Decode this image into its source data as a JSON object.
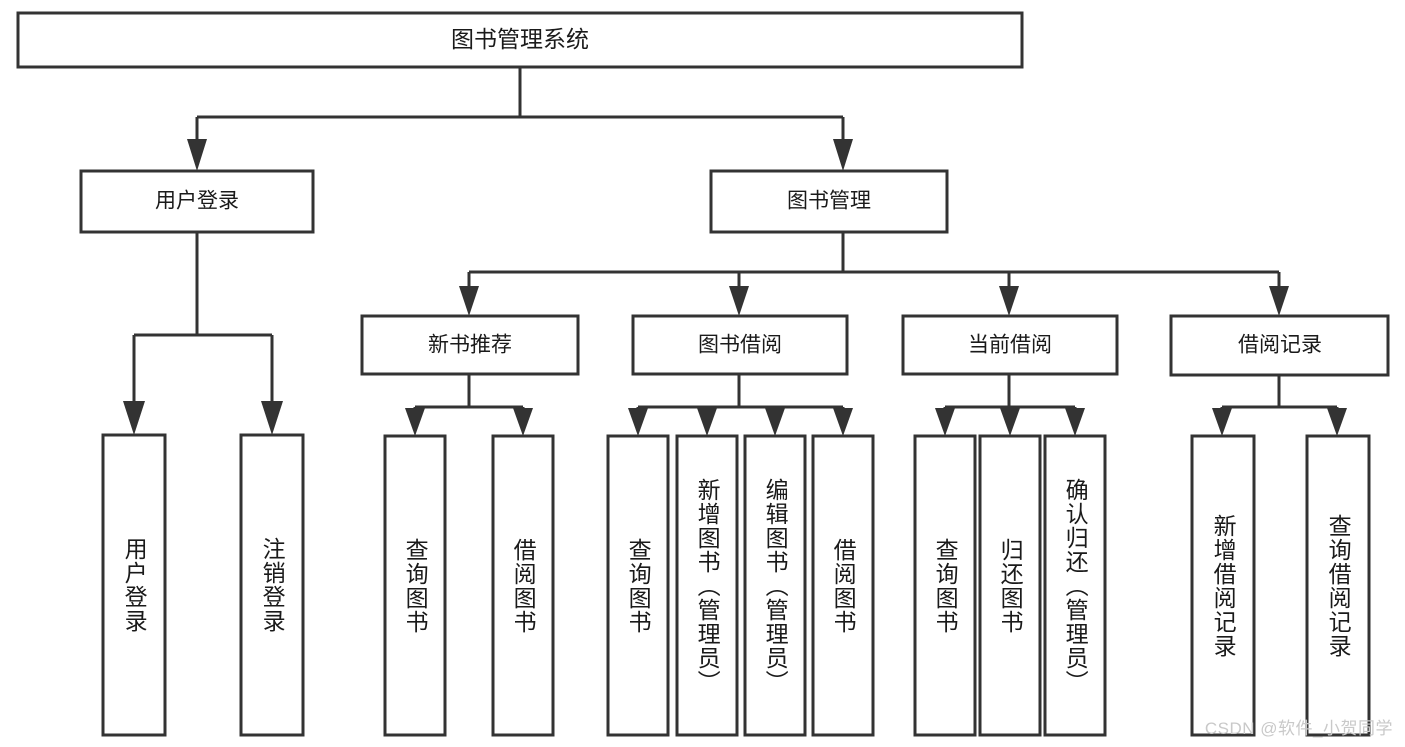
{
  "diagram": {
    "type": "tree",
    "title_node": {
      "id": "root",
      "label": "图书管理系统"
    },
    "level2": [
      {
        "id": "user-login",
        "label": "用户登录"
      },
      {
        "id": "book-manage",
        "label": "图书管理"
      }
    ],
    "level3": [
      {
        "id": "new-book-recommend",
        "label": "新书推荐",
        "parent": "book-manage"
      },
      {
        "id": "book-borrow",
        "label": "图书借阅",
        "parent": "book-manage"
      },
      {
        "id": "current-borrow",
        "label": "当前借阅",
        "parent": "book-manage"
      },
      {
        "id": "borrow-record",
        "label": "借阅记录",
        "parent": "book-manage"
      }
    ],
    "leaves": {
      "user_login": [
        {
          "id": "leaf-user-login",
          "label": "用户登录"
        },
        {
          "id": "leaf-logout",
          "label": "注销登录"
        }
      ],
      "new_book_recommend": [
        {
          "id": "leaf-query-book-1",
          "label": "查询图书"
        },
        {
          "id": "leaf-borrow-book-1",
          "label": "借阅图书"
        }
      ],
      "book_borrow": [
        {
          "id": "leaf-query-book-2",
          "label": "查询图书"
        },
        {
          "id": "leaf-add-book",
          "label": "新增图书（管理员）"
        },
        {
          "id": "leaf-edit-book",
          "label": "编辑图书（管理员）"
        },
        {
          "id": "leaf-borrow-book-2",
          "label": "借阅图书"
        }
      ],
      "current_borrow": [
        {
          "id": "leaf-query-book-3",
          "label": "查询图书"
        },
        {
          "id": "leaf-return-book",
          "label": "归还图书"
        },
        {
          "id": "leaf-confirm-return",
          "label": "确认归还（管理员）"
        }
      ],
      "borrow_record": [
        {
          "id": "leaf-add-record",
          "label": "新增借阅记录"
        },
        {
          "id": "leaf-query-record",
          "label": "查询借阅记录"
        }
      ]
    },
    "colors": {
      "line": "#333333",
      "box_fill": "#ffffff",
      "text": "#1a1a1a",
      "background": "#ffffff",
      "watermark": "#c9c9c9"
    }
  },
  "watermark": {
    "text": "CSDN @软件_小贺同学"
  }
}
